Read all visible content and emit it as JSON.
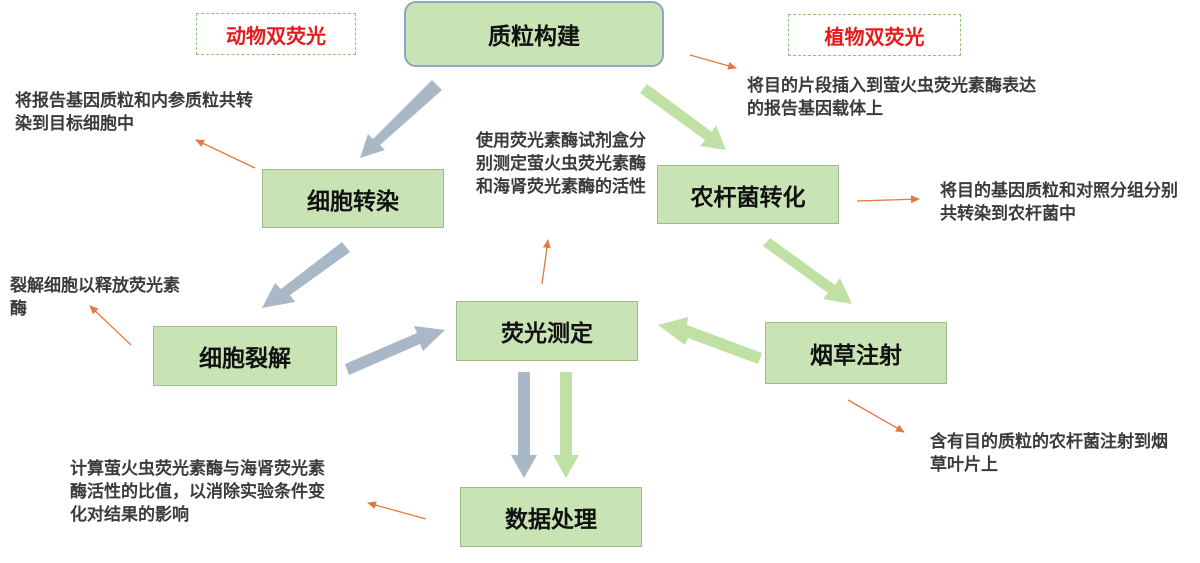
{
  "tags": {
    "animal": "动物双荧光",
    "plant": "植物双荧光"
  },
  "boxes": {
    "plasmid": "质粒构建",
    "transfection": "细胞转染",
    "agro": "农杆菌转化",
    "lysis": "细胞裂解",
    "fluor": "荧光测定",
    "tobacco": "烟草注射",
    "data": "数据处理"
  },
  "notes": {
    "cotransfect": "将报告基因质粒和内参质粒共转染到目标细胞中",
    "insert": "将目的片段插入到萤火虫荧光素酶表达的报告基因载体上",
    "assay": "使用荧光素酶试剂盒分别测定萤火虫荧光素酶和海肾荧光素酶的活性",
    "agro_cotrans": "将目的基因质粒和对照分组分别共转染到农杆菌中",
    "lyse": "裂解细胞以释放荧光素酶",
    "inject": "含有目的质粒的农杆菌注射到烟草叶片上",
    "calc": "计算萤火虫荧光素酶与海肾荧光素酶活性的比值，以消除实验条件变化对结果的影响"
  },
  "colors": {
    "box_fill": "#c9e4b4",
    "tag_text": "#e8191b",
    "note_arrow": "#e27a42",
    "arrow_blue_gray": "#a9b8c6",
    "arrow_green": "#bfe2a4"
  }
}
